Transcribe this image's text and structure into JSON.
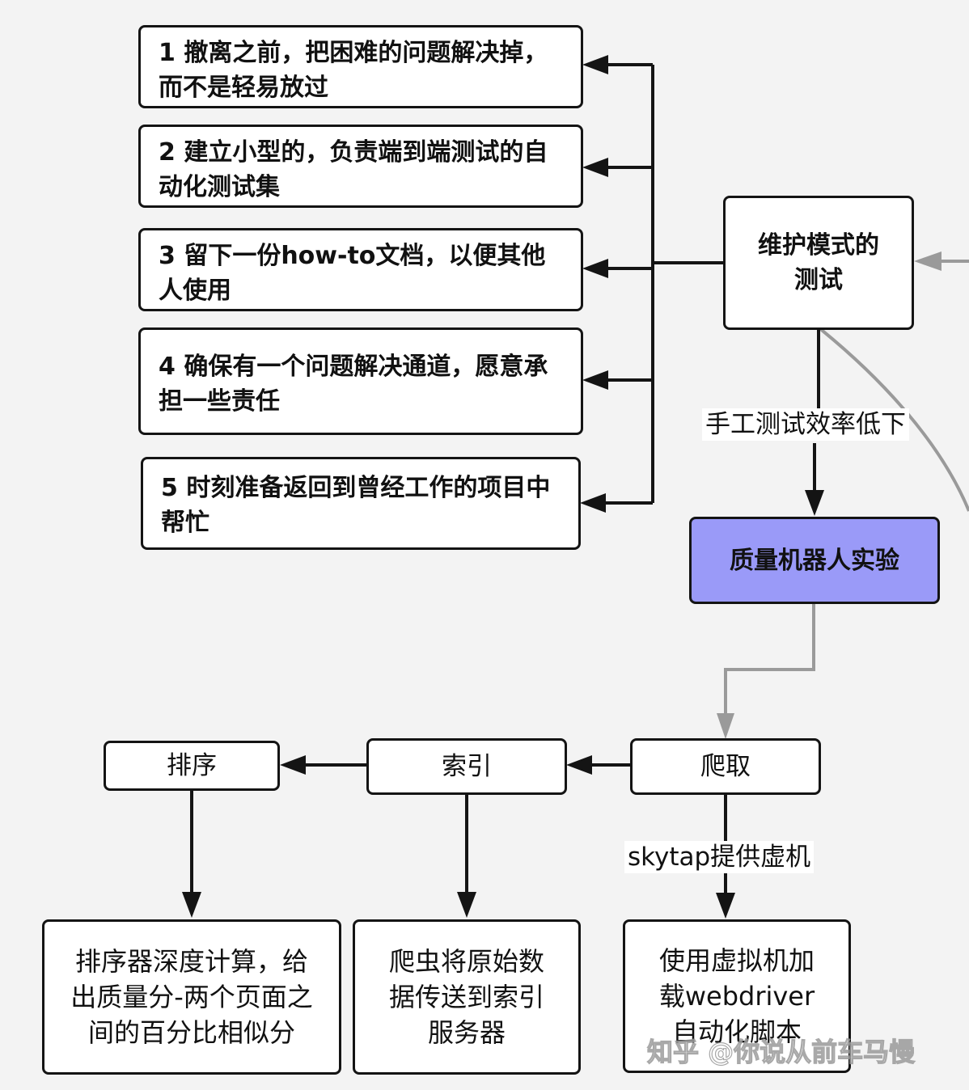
{
  "nodes": {
    "tip1": "1 撤离之前，把困难的问题解决掉，而不是轻易放过",
    "tip2": "2  建立小型的，负责端到端测试的自动化测试集",
    "tip3": "3 留下一份how-to文档，以便其他人使用",
    "tip4": "4 确保有一个问题解决通道，愿意承担一些责任",
    "tip5": "5  时刻准备返回到曾经工作的项目中帮忙",
    "maintenance": "维护模式的测试",
    "quality_bot": "质量机器人实验",
    "crawl": "爬取",
    "index": "索引",
    "rank": "排序",
    "rank_detail": "排序器深度计算，给出质量分-两个页面之间的百分比相似分",
    "index_detail": "爬虫将原始数据传送到索引服务器",
    "crawl_detail": "使用虚拟机加载webdriver自动化脚本"
  },
  "edge_labels": {
    "manual_low_efficiency": "手工测试效率低下",
    "skytap": "skytap提供虚机"
  },
  "watermark": "知乎 @你说从前车马慢",
  "colors": {
    "background": "#f3f3f3",
    "highlight": "#9a9af8",
    "gray_edge": "#9a9a9a",
    "line": "#141414"
  }
}
